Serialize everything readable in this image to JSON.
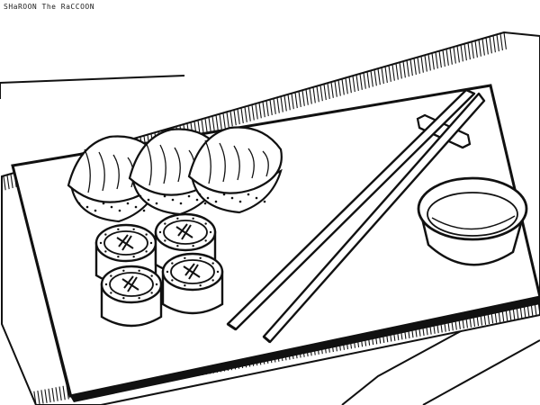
{
  "artwork": {
    "credit": "SHaROON The RaCCOON",
    "subject": "sushi-platter-line-art",
    "colors": {
      "ink": "#111111",
      "paper": "#ffffff"
    },
    "items": {
      "nigiri_count": 3,
      "maki_count": 4,
      "chopsticks": 2,
      "chopstick_rest": 1,
      "soy_sauce_dish": 1,
      "bamboo_mat": 1,
      "serving_board": 1
    }
  }
}
